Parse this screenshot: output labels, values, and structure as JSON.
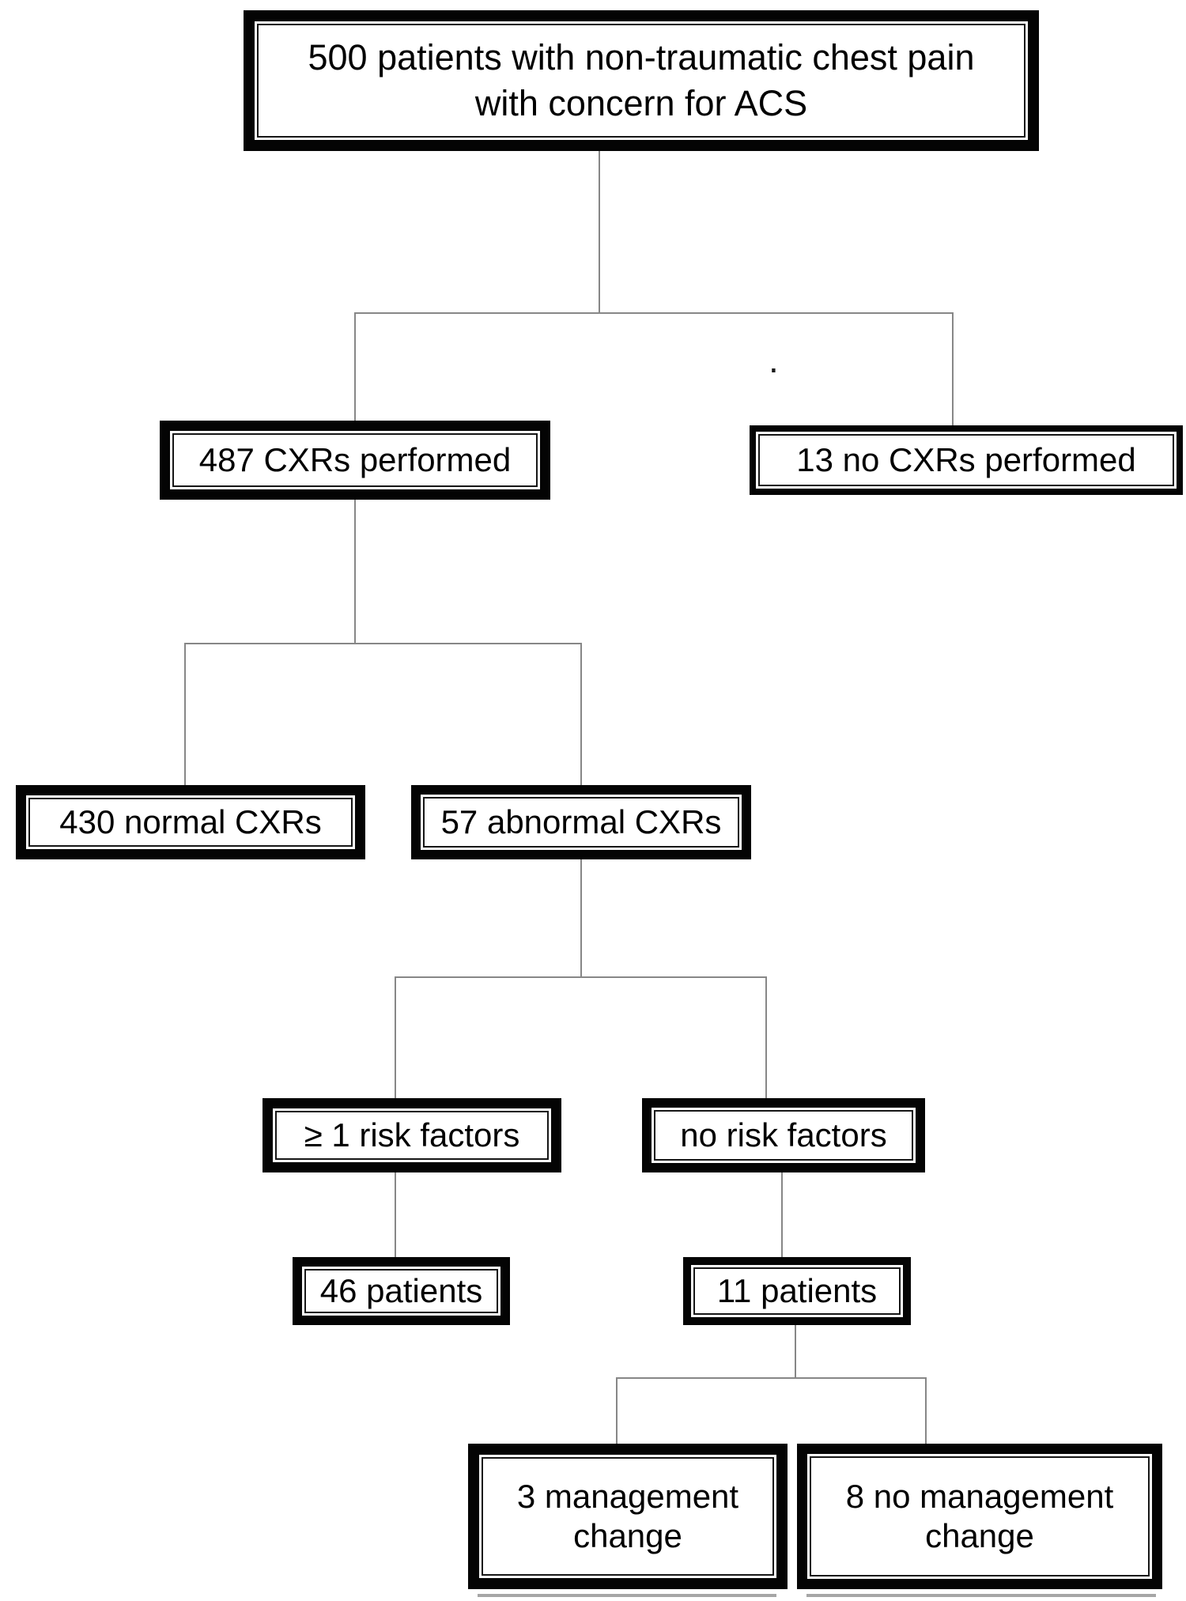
{
  "figure": {
    "type": "flow-diagram",
    "description": "Patient flow diagram for chest radiographs in non-traumatic chest pain"
  },
  "colors": {
    "box_border": "#000000",
    "box_fill": "#ffffff",
    "connector": "#878787",
    "background": "#ffffff"
  },
  "nodes": {
    "root": {
      "lines": [
        "500 patients with non-traumatic chest pain",
        "with concern for ACS"
      ]
    },
    "cxr_performed": {
      "label": "487 CXRs performed"
    },
    "no_cxr_performed": {
      "label": "13 no CXRs performed"
    },
    "normal_cxr": {
      "label": "430 normal CXRs"
    },
    "abnormal_cxr": {
      "label": "57 abnormal CXRs"
    },
    "risk_factors": {
      "label": "≥ 1 risk factors"
    },
    "no_risk_factors": {
      "label": "no risk factors"
    },
    "patients_46": {
      "label": "46 patients"
    },
    "patients_11": {
      "label": "11 patients"
    },
    "management_change": {
      "lines": [
        "3 management",
        "change"
      ]
    },
    "no_management_change": {
      "lines": [
        "8 no management",
        "change"
      ]
    }
  },
  "edges": [
    {
      "from": "root",
      "to": "cxr_performed"
    },
    {
      "from": "root",
      "to": "no_cxr_performed"
    },
    {
      "from": "cxr_performed",
      "to": "normal_cxr"
    },
    {
      "from": "cxr_performed",
      "to": "abnormal_cxr"
    },
    {
      "from": "abnormal_cxr",
      "to": "risk_factors"
    },
    {
      "from": "abnormal_cxr",
      "to": "no_risk_factors"
    },
    {
      "from": "risk_factors",
      "to": "patients_46"
    },
    {
      "from": "no_risk_factors",
      "to": "patients_11"
    },
    {
      "from": "patients_11",
      "to": "management_change"
    },
    {
      "from": "patients_11",
      "to": "no_management_change"
    }
  ],
  "stray_mark": "."
}
